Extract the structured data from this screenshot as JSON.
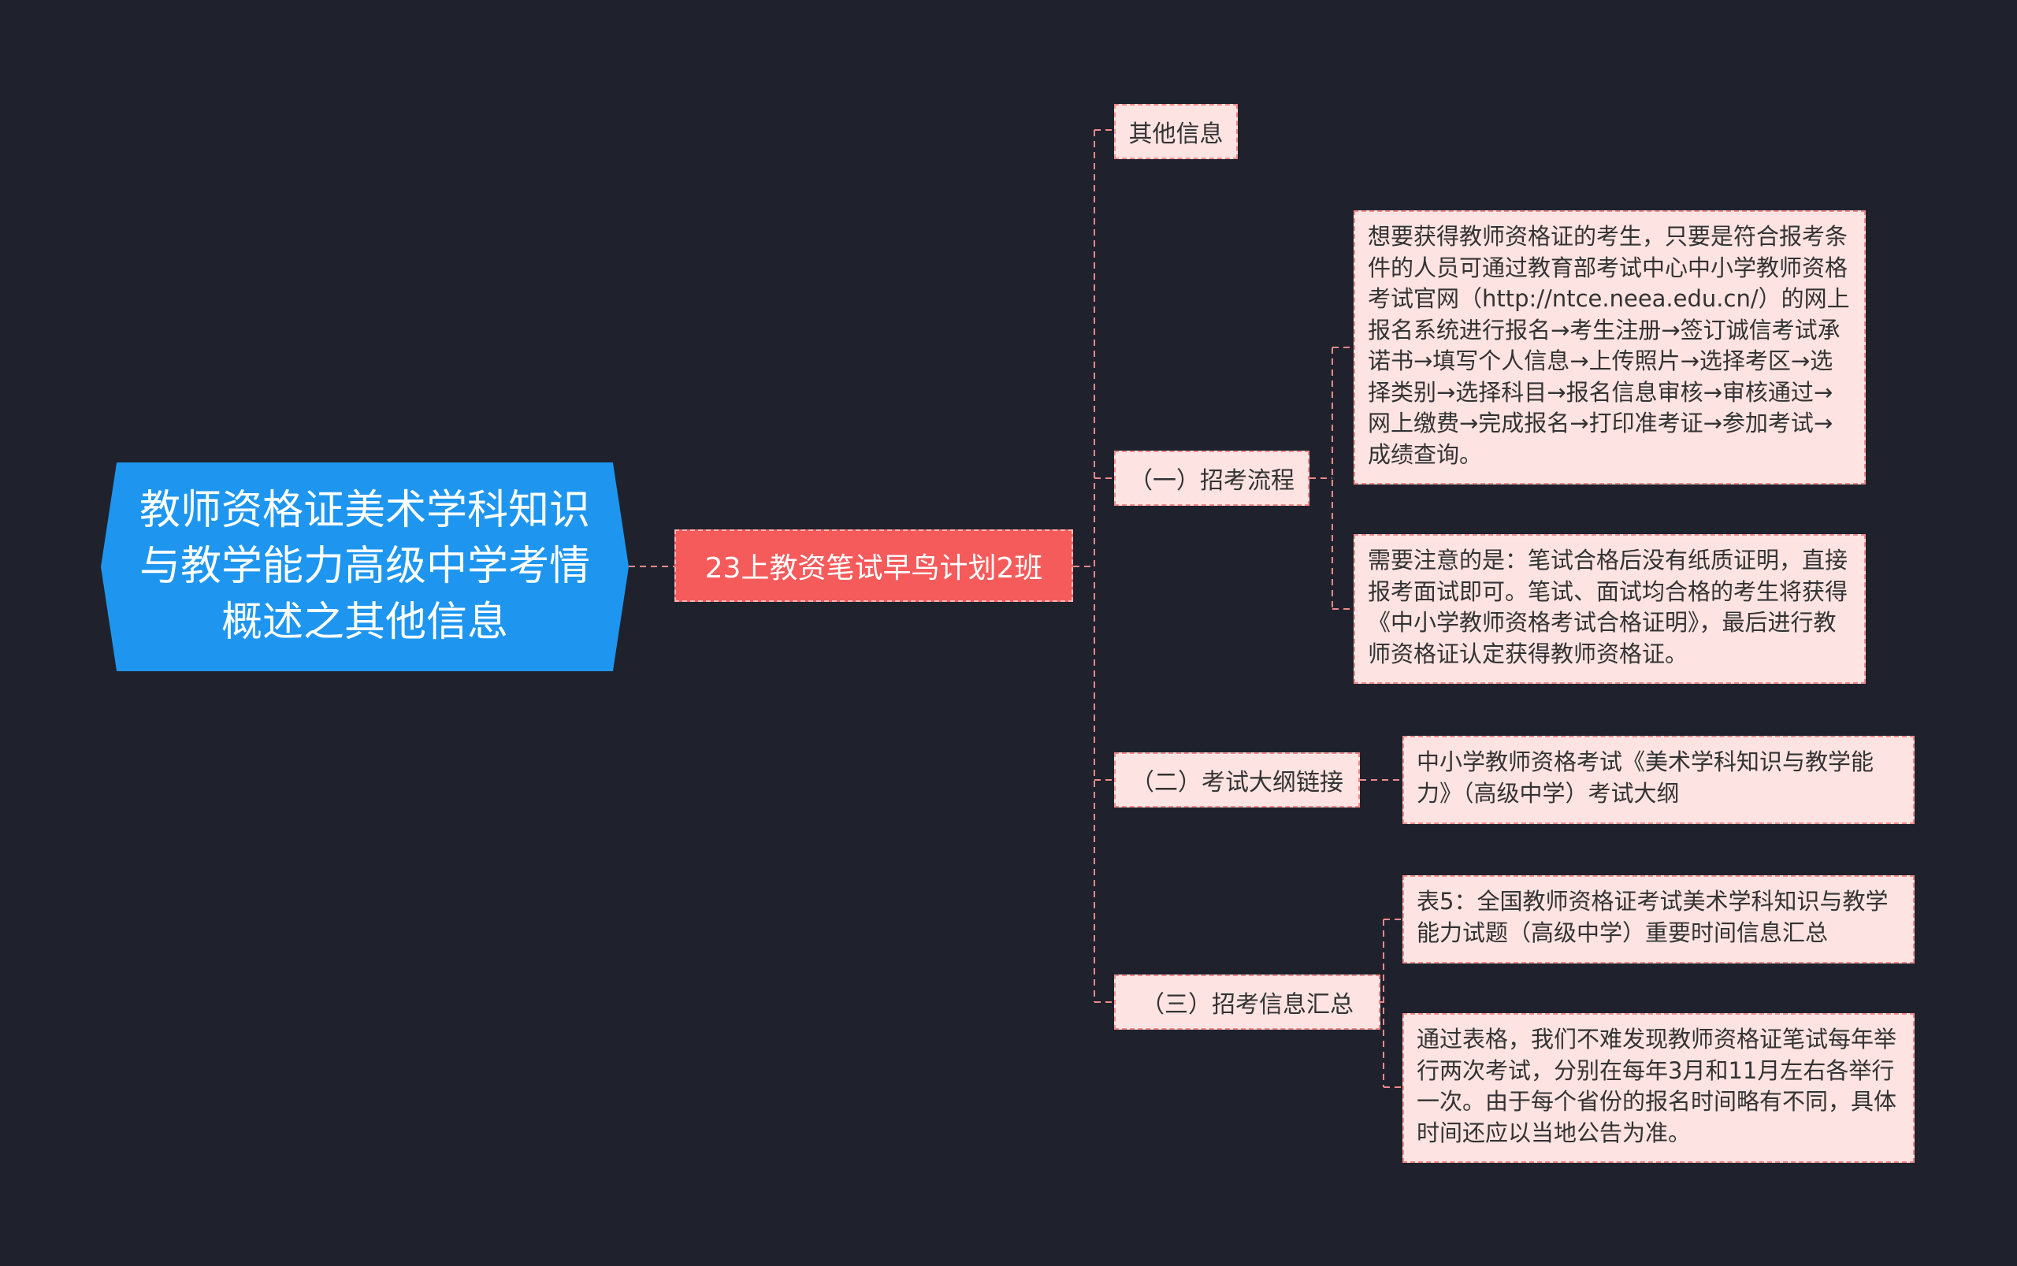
{
  "root": {
    "text": "教师资格证美术学科知识与教学能力高级中学考情概述之其他信息"
  },
  "branch": {
    "text": "23上教资笔试早鸟计划2班"
  },
  "sections": [
    {
      "label": "其他信息",
      "leaves": []
    },
    {
      "label": "（一）招考流程",
      "leaves": [
        "想要获得教师资格证的考生，只要是符合报考条件的人员可通过教育部考试中心中小学教师资格考试官网（http://ntce.neea.edu.cn/）的网上报名系统进行报名→考生注册→签订诚信考试承诺书→填写个人信息→上传照片→选择考区→选择类别→选择科目→报名信息审核→审核通过→网上缴费→完成报名→打印准考证→参加考试→成绩查询。",
        "需要注意的是：笔试合格后没有纸质证明，直接报考面试即可。笔试、面试均合格的考生将获得《中小学教师资格考试合格证明》，最后进行教师资格证认定获得教师资格证。"
      ]
    },
    {
      "label": "（二）考试大纲链接",
      "leaves": [
        "中小学教师资格考试《美术学科知识与教学能力》（高级中学）考试大纲"
      ]
    },
    {
      "label": "（三）招考信息汇总",
      "leaves": [
        "表5：全国教师资格证考试美术学科知识与教学能力试题（高级中学）重要时间信息汇总",
        "通过表格，我们不难发现教师资格证笔试每年举行两次考试，分别在每年3月和11月左右各举行一次。由于每个省份的报名时间略有不同，具体时间还应以当地公告为准。"
      ]
    }
  ],
  "colors": {
    "background": "#1f222d",
    "root_fill": "#1e96f0",
    "branch_fill": "#f55b5b",
    "node_fill": "#fde3e1",
    "connector": "#f08a8a"
  }
}
